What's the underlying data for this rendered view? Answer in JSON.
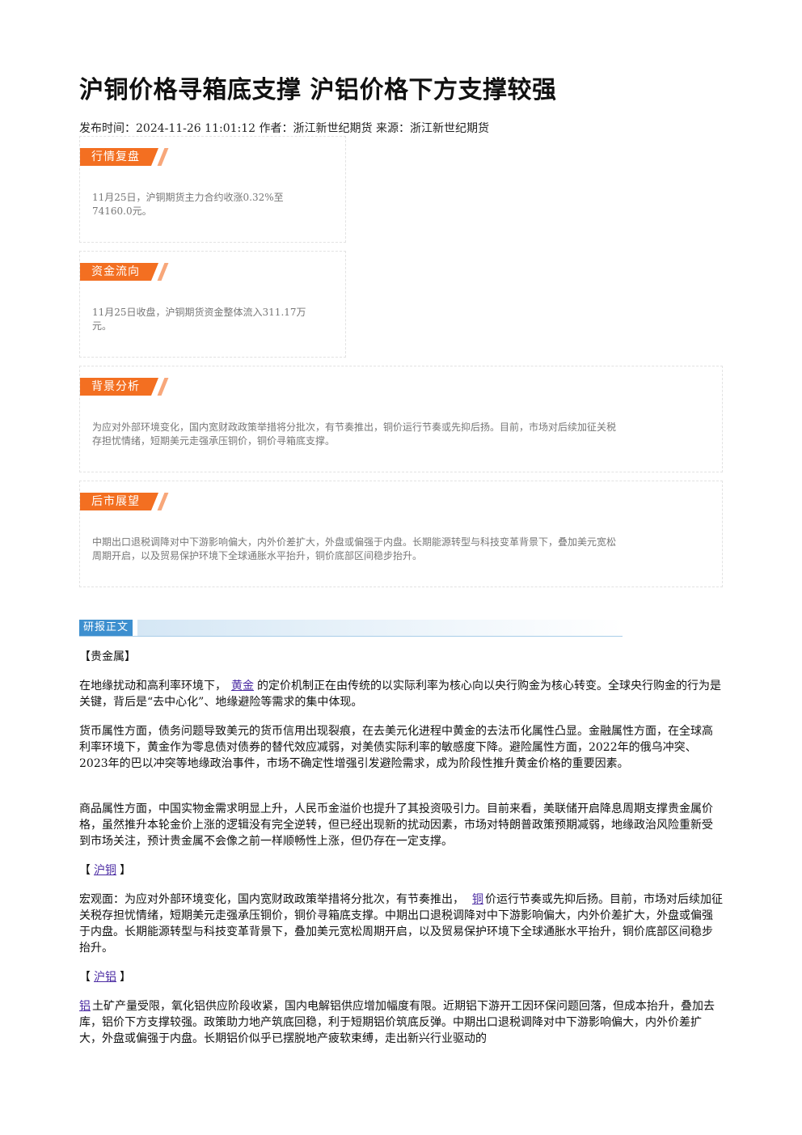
{
  "title": "沪铜价格寻箱底支撑 沪铝价格下方支撑较强",
  "meta": "发布时间：2024-11-26 11:01:12 作者：浙江新世纪期货 来源：浙江新世纪期货",
  "boxes": {
    "market_review": {
      "tag": "行情复盘",
      "text_l1": "11月25日，沪铜期货主力合约收涨0.32%至",
      "text_l2": "74160.0元。"
    },
    "fund_flow": {
      "tag": "资金流向",
      "text_l1": "11月25日收盘，沪铜期货资金整体流入311.17万",
      "text_l2": "元。"
    },
    "background": {
      "tag": "背景分析",
      "text_l1": "为应对外部环境变化，国内宽财政政策举措将分批次，有节奏推出，铜价运行节奏或先抑后扬。目前，市场对后续加征关税",
      "text_l2": "存担忧情绪，短期美元走强承压铜价，铜价寻箱底支撑。"
    },
    "outlook": {
      "tag": "后市展望",
      "text_l1": "中期出口退税调降对中下游影响偏大，内外价差扩大，外盘或偏强于内盘。长期能源转型与科技变革背景下，叠加美元宽松",
      "text_l2": "周期开启，以及贸易保护环境下全球通胀水平抬升，铜价底部区间稳步抬升。"
    }
  },
  "report": {
    "section_label": "研报正文",
    "h_precious": "【贵金属】",
    "p1_pre": "在地缘扰动和高利率环境下，",
    "p1_link": "黄金",
    "p1_post": "的定价机制正在由传统的以实际利率为核心向以央行购金为核心转变。全球央行购金的行为是关键，背后是“去中心化”、地缘避险等需求的集中体现。",
    "p2": "货币属性方面，债务问题导致美元的货币信用出现裂痕，在去美元化进程中黄金的去法币化属性凸显。金融属性方面，在全球高利率环境下，黄金作为零息债对债券的替代效应减弱，对美债实际利率的敏感度下降。避险属性方面，2022年的俄乌冲突、2023年的巴以冲突等地缘政治事件，市场不确定性增强引发避险需求，成为阶段性推升黄金价格的重要因素。",
    "p3": "商品属性方面，中国实物金需求明显上升，人民币金溢价也提升了其投资吸引力。目前来看，美联储开启降息周期支撑贵金属价格，虽然推升本轮金价上涨的逻辑没有完全逆转，但已经出现新的扰动因素，市场对特朗普政策预期减弱，地缘政治风险重新受到市场关注，预计贵金属不会像之前一样顺畅性上涨，但仍存在一定支撑。",
    "h_copper_l": "【",
    "h_copper_link": "沪铜",
    "h_copper_r": "】",
    "p4_pre": "宏观面：为应对外部环境变化，国内宽财政政策举措将分批次，有节奏推出，",
    "p4_link": "铜",
    "p4_post": "价运行节奏或先抑后扬。目前，市场对后续加征关税存担忧情绪，短期美元走强承压铜价，铜价寻箱底支撑。中期出口退税调降对中下游影响偏大，内外价差扩大，外盘或偏强于内盘。长期能源转型与科技变革背景下，叠加美元宽松周期开启，以及贸易保护环境下全球通胀水平抬升，铜价底部区间稳步抬升。",
    "h_alu_l": "【",
    "h_alu_link": "沪铝",
    "h_alu_r": "】",
    "p5_link": "铝",
    "p5_post": "土矿产量受限，氧化铝供应阶段收紧，国内电解铝供应增加幅度有限。近期铝下游开工因环保问题回落，但成本抬升，叠加去库，铝价下方支撑较强。政策助力地产筑底回稳，利于短期铝价筑底反弹。中期出口退税调降对中下游影响偏大，内外价差扩大，外盘或偏强于内盘。长期铝价似乎已摆脱地产疲软束缚，走出新兴行业驱动的"
  }
}
